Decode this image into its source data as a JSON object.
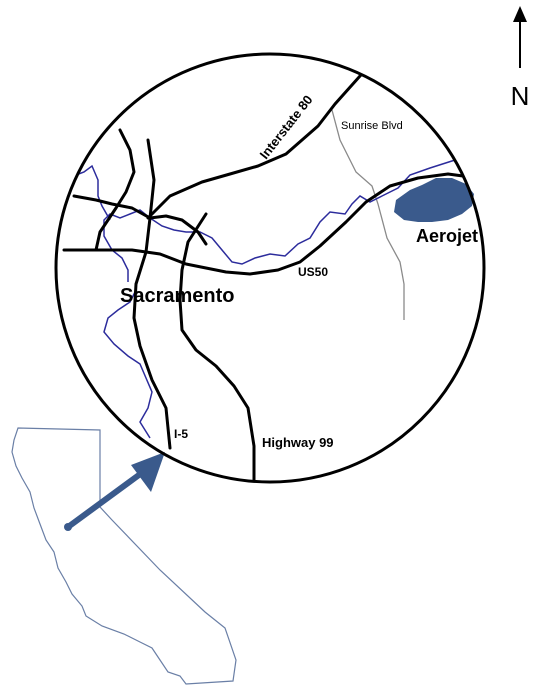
{
  "map": {
    "north_label": "N",
    "labels": {
      "interstate_80": "Interstate 80",
      "sunrise_blvd": "Sunrise Blvd",
      "aerojet": "Aerojet",
      "us50": "US50",
      "sacramento": "Sacramento",
      "i5": "I-5",
      "highway_99": "Highway 99"
    },
    "colors": {
      "roads": "#000000",
      "minor_road": "#8a8a8a",
      "river": "#2c2c9c",
      "aerojet_site": "#3a5a8c",
      "state_outline": "#6a7fa6",
      "arrow": "#3a5a8c"
    }
  }
}
